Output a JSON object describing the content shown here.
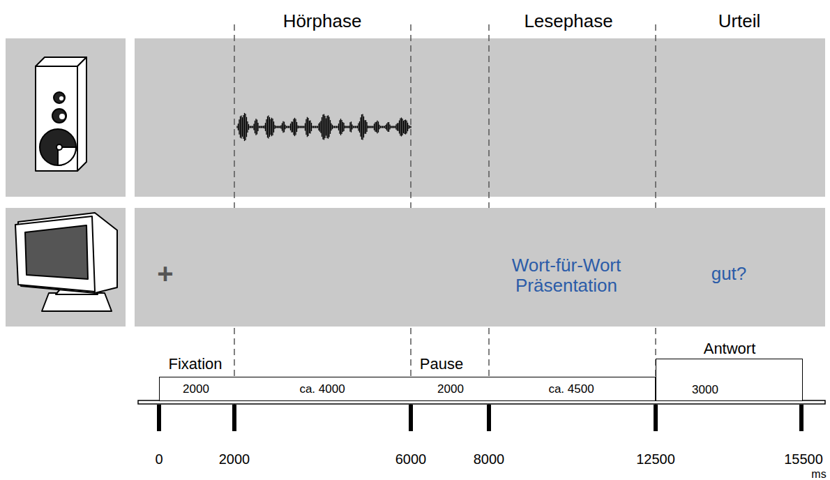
{
  "diagram": {
    "nodes": [
      {
        "text": [
          "+",
          "Wort-für-Wort Präsentation",
          "gut?"
        ]
      },
      {
        "text": [
          "2000",
          "ca. 4000",
          "2000",
          "ca. 4500"
        ]
      },
      {
        "text": [
          "Antwort",
          "3000"
        ]
      }
    ],
    "labels": [
      "Hörphase",
      "Lesephase",
      "Urteil",
      "Fixation",
      "Pause",
      "0",
      "2000",
      "6000",
      "8000",
      "12500",
      "15500",
      "ms"
    ]
  }
}
